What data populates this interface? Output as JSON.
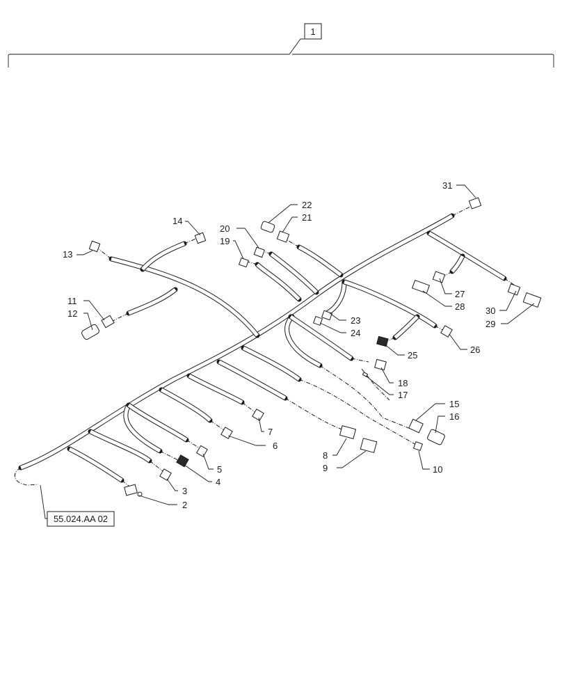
{
  "assembly": {
    "item": "1"
  },
  "reference": {
    "text": "55.024.AA 02"
  },
  "callouts": [
    {
      "id": "c2",
      "text": "2"
    },
    {
      "id": "c3",
      "text": "3"
    },
    {
      "id": "c4",
      "text": "4"
    },
    {
      "id": "c5",
      "text": "5"
    },
    {
      "id": "c6",
      "text": "6"
    },
    {
      "id": "c7",
      "text": "7"
    },
    {
      "id": "c8",
      "text": "8"
    },
    {
      "id": "c9",
      "text": "9"
    },
    {
      "id": "c10",
      "text": "10"
    },
    {
      "id": "c11",
      "text": "11"
    },
    {
      "id": "c12",
      "text": "12"
    },
    {
      "id": "c13",
      "text": "13"
    },
    {
      "id": "c14",
      "text": "14"
    },
    {
      "id": "c15",
      "text": "15"
    },
    {
      "id": "c16",
      "text": "16"
    },
    {
      "id": "c17",
      "text": "17"
    },
    {
      "id": "c18",
      "text": "18"
    },
    {
      "id": "c19",
      "text": "19"
    },
    {
      "id": "c20",
      "text": "20"
    },
    {
      "id": "c21",
      "text": "21"
    },
    {
      "id": "c22",
      "text": "22"
    },
    {
      "id": "c23",
      "text": "23"
    },
    {
      "id": "c24",
      "text": "24"
    },
    {
      "id": "c25",
      "text": "25"
    },
    {
      "id": "c26",
      "text": "26"
    },
    {
      "id": "c27",
      "text": "27"
    },
    {
      "id": "c28",
      "text": "28"
    },
    {
      "id": "c29",
      "text": "29"
    },
    {
      "id": "c30",
      "text": "30"
    },
    {
      "id": "c31",
      "text": "31"
    }
  ]
}
